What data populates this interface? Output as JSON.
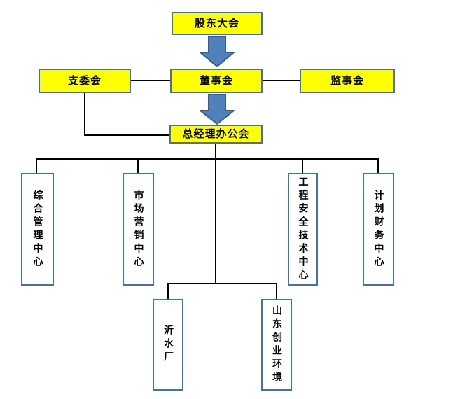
{
  "diagram": {
    "type": "org-chart",
    "colors": {
      "node_fill": "#ffff00",
      "node_border": "#4472a4",
      "arrow_fill": "#4f81bd",
      "arrow_border": "#385d8a",
      "line_color": "#000000",
      "vbox_fill": "#ffffff",
      "text_color": "#000000",
      "bg": "#ffffff"
    },
    "nodes": [
      {
        "id": "shareholders-meeting",
        "label": "股东大会"
      },
      {
        "id": "branch-committee",
        "label": "支委会"
      },
      {
        "id": "board-of-directors",
        "label": "董事会"
      },
      {
        "id": "supervisory-board",
        "label": "监事会"
      },
      {
        "id": "gm-office-meeting",
        "label": "总经理办公会"
      },
      {
        "id": "general-management-center",
        "label": "综合管理中心"
      },
      {
        "id": "marketing-center",
        "label": "市场营销中心"
      },
      {
        "id": "engineering-safety-tech-center",
        "label": "工程安全技术中心"
      },
      {
        "id": "planning-finance-center",
        "label": "计划财务中心"
      },
      {
        "id": "yishui-plant",
        "label": "沂水厂"
      },
      {
        "id": "shandong-chuangye-environment",
        "label": "山东创业环境"
      }
    ]
  }
}
